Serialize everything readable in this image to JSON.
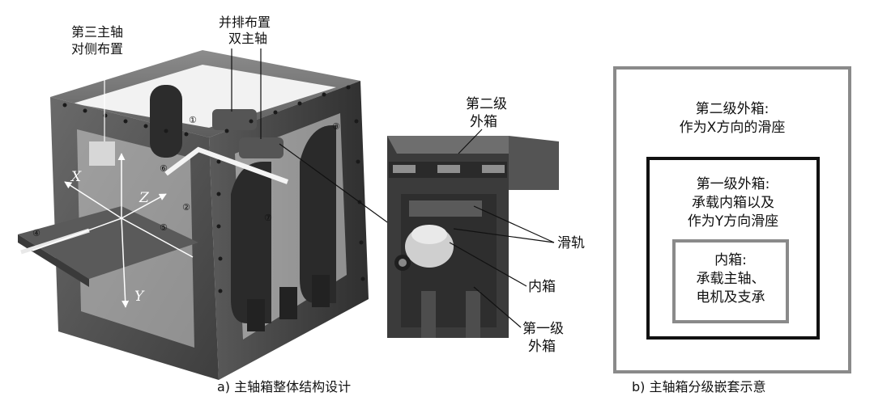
{
  "left": {
    "label_third_spindle": [
      "第三主轴",
      "对侧布置"
    ],
    "label_dual_spindle": [
      "并排布置",
      "双主轴"
    ],
    "axis_x": "X",
    "axis_y": "Y",
    "axis_z": "Z",
    "label_second_box": [
      "第二级",
      "外箱"
    ],
    "label_rail": "滑轨",
    "label_inner_box": "内箱",
    "label_first_box": [
      "第一级",
      "外箱"
    ],
    "caption": "a) 主轴箱整体结构设计",
    "markers": [
      "①",
      "②",
      "③",
      "④",
      "⑤",
      "⑥",
      "⑦"
    ]
  },
  "right": {
    "outer_lines": [
      "第二级外箱:",
      "作为X方向的滑座"
    ],
    "middle_lines": [
      "第一级外箱:",
      "承载内箱以及",
      "作为Y方向滑座"
    ],
    "inner_lines": [
      "内箱:",
      "承载主轴、",
      "电机及支承"
    ],
    "caption": "b) 主轴箱分级嵌套示意"
  },
  "colors": {
    "outer_frame": "#8a8a8a",
    "middle_frame": "#111111",
    "inner_frame": "#8a8a8a",
    "machine": "#4a4a4a"
  }
}
